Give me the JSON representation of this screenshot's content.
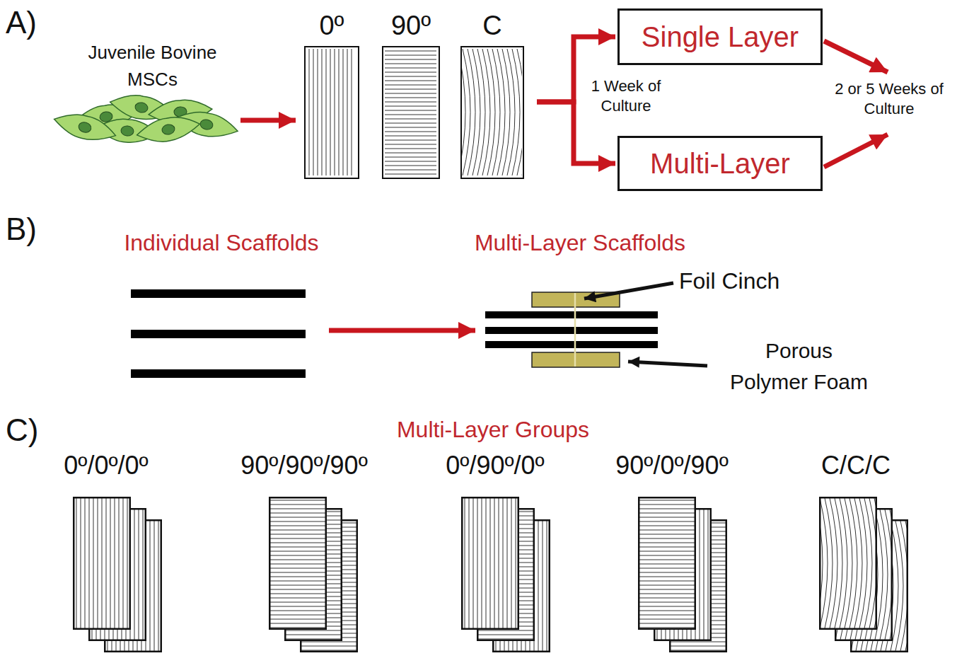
{
  "diagram": {
    "nodes": [
      {
        "text": [
          "0º"
        ]
      },
      {
        "text": [
          "90º"
        ]
      },
      {
        "text": [
          "C"
        ]
      },
      {
        "text": [
          "Single Layer"
        ]
      },
      {
        "text": [
          "Multi-Layer"
        ]
      }
    ],
    "edges": [
      {
        "from": 2,
        "to": 3,
        "arrow": "to"
      },
      {
        "from": 2,
        "to": 4,
        "arrow": "to"
      }
    ],
    "labels": [
      "A)",
      "Juvenile Bovine MSCs",
      "1 Week of Culture",
      "2 or 5 Weeks of Culture",
      "B)",
      "Individual Scaffolds",
      "Multi-Layer Scaffolds",
      "Foil Cinch",
      "Porous Polymer Foam",
      "C)",
      "Multi-Layer Groups",
      "0º/0º/0º",
      "90º/90º/90º",
      "0º/90º/0º",
      "90º/0º/90º",
      "C/C/C"
    ]
  }
}
